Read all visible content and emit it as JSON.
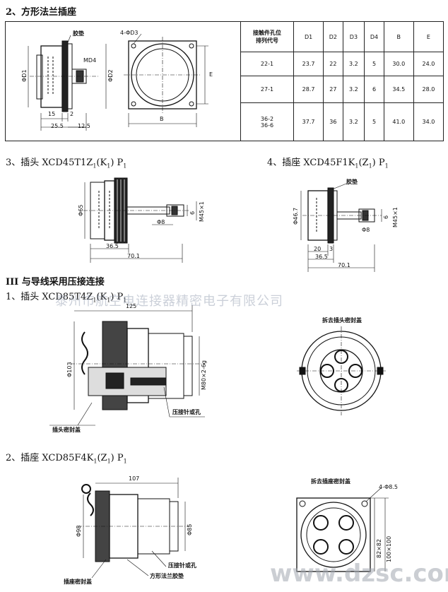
{
  "sections": {
    "s2": {
      "title": "2、方形法兰插座"
    },
    "s3": {
      "title": "3、插头 XCD45T1Z",
      "sub1": "1",
      "mid": "(K",
      "sub2": "1",
      "tail": ") P",
      "sub3": "1"
    },
    "s4": {
      "title": "4、插座 XCD45F1K",
      "sub1": "1",
      "mid": "(Z",
      "sub2": "1",
      "tail": ") P",
      "sub3": "1"
    },
    "s5": {
      "title": "III    与导线采用压接连接"
    },
    "s6": {
      "title": "1、插头 XCD85T4Z",
      "sub1": "1",
      "mid": "(K",
      "sub2": "1",
      "tail": ") P",
      "sub3": "1"
    },
    "s7": {
      "title": "2、插座 XCD85F4K",
      "sub1": "1",
      "mid": "(Z",
      "sub2": "1",
      "tail": ") P",
      "sub3": "1"
    }
  },
  "table": {
    "headers": [
      "接触件孔位\n排列代号",
      "D1",
      "D2",
      "D3",
      "D4",
      "B",
      "E"
    ],
    "rows": [
      [
        "22-1",
        "23.7",
        "22",
        "3.2",
        "5",
        "30.0",
        "24.0"
      ],
      [
        "27-1",
        "28.7",
        "27",
        "3.2",
        "6",
        "34.5",
        "28.0"
      ],
      [
        "36-2\n36-6",
        "37.7",
        "36",
        "3.2",
        "5",
        "41.0",
        "34.0"
      ]
    ]
  },
  "labels": {
    "fig1": {
      "gasket": "胶垫",
      "hole": "4-ΦD3",
      "md4": "MD4",
      "d1": "ΦD1",
      "d2": "ΦD2",
      "e": "E",
      "b": "B",
      "dim15": "15",
      "dim2": "2",
      "dim255": "25.5",
      "dim125": "12.5"
    },
    "fig3": {
      "d65": "Φ65",
      "d8": "Φ8",
      "m45": "M45×1",
      "dim6": "6",
      "dim365": "36.5",
      "dim701": "70.1"
    },
    "fig4": {
      "gasket": "胶垫",
      "d467": "Φ46.7",
      "d8": "Φ8",
      "m45": "M45×1",
      "dim6": "6",
      "dim20": "20",
      "dim3": "3",
      "dim365": "36.5",
      "dim701": "70.1"
    },
    "fig6": {
      "dim125": "125",
      "d103": "Φ103",
      "m80": "M80×2-6g",
      "crimp": "压接针或孔",
      "cap": "插头密封盖",
      "remove": "拆去插头密封盖"
    },
    "fig7": {
      "dim107": "107",
      "d98": "Φ98",
      "d85": "Φ85",
      "crimp": "压接针或孔",
      "cap": "插座密封盖",
      "gasket": "方形法兰胶垫",
      "remove": "拆去插座密封盖",
      "hole": "4-Φ8.5",
      "sq1": "82×82",
      "sq2": "100×100"
    }
  },
  "watermark": {
    "company": "泰州市航空电连接器精密电子有限公司",
    "site": "www.dzsc.com"
  }
}
